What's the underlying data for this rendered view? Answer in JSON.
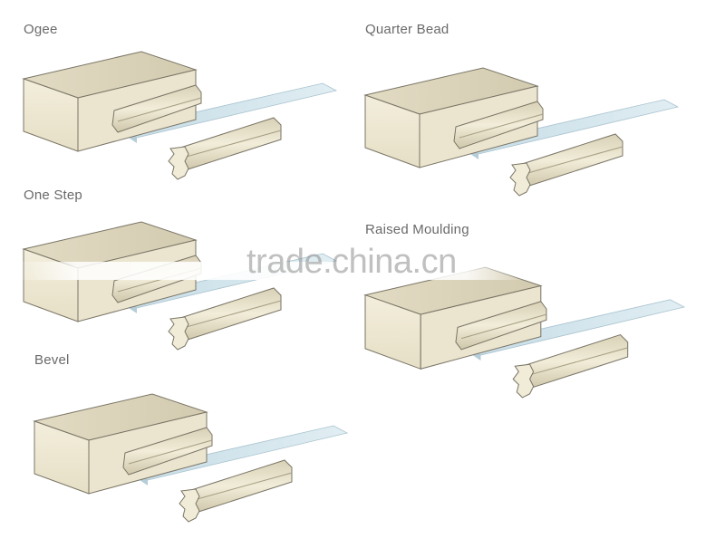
{
  "profiles": {
    "ogee": "Ogee",
    "quarter_bead": "Quarter Bead",
    "one_step": "One Step",
    "raised_moulding": "Raised Moulding",
    "bevel": "Bevel"
  },
  "watermark": "trade.china.cn",
  "colors": {
    "stile_face": "#ece6d2",
    "stile_top": "#ddd6bd",
    "stile_edge": "#c9c1a6",
    "outline": "#7a7566",
    "glass": "#cfe2ea",
    "glass_edge": "#9fbccb"
  }
}
